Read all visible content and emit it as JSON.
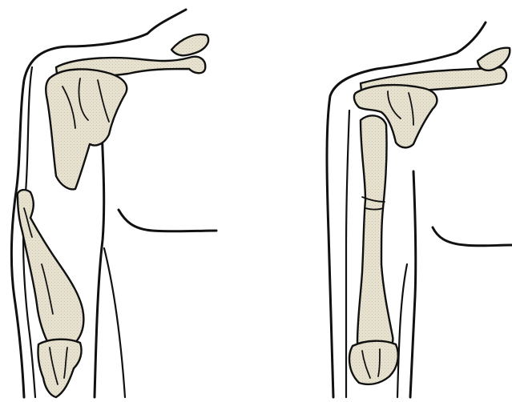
{
  "colors": {
    "background": "#ffffff",
    "outline": "#111111",
    "bone_fill": "#e6e2cf"
  },
  "figures": [
    {
      "id": "left-shoulder",
      "bones": [
        "clavicle",
        "scapula",
        "humerus",
        "elbow-joint"
      ]
    },
    {
      "id": "right-shoulder",
      "bones": [
        "clavicle",
        "scapula",
        "humerus",
        "elbow-joint"
      ]
    }
  ]
}
